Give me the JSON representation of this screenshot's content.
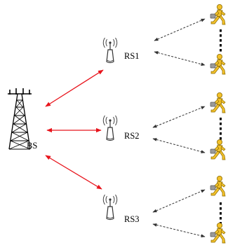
{
  "diagram": {
    "base_station": {
      "label": "BS",
      "icon": "cell-tower-icon"
    },
    "relay_stations": [
      {
        "label": "RS1",
        "icon": "relay-antenna-icon"
      },
      {
        "label": "RS2",
        "icon": "relay-antenna-icon"
      },
      {
        "label": "RS3",
        "icon": "relay-antenna-icon"
      }
    ],
    "user_icon": "walking-user-with-bag-icon",
    "link_colors": {
      "bs_to_rs": "#e8141c",
      "rs_to_user": "#333333"
    },
    "user_colors": {
      "fill": "#f3c12a",
      "stroke": "#8a6a00",
      "bag": "#9a9a9a"
    }
  }
}
